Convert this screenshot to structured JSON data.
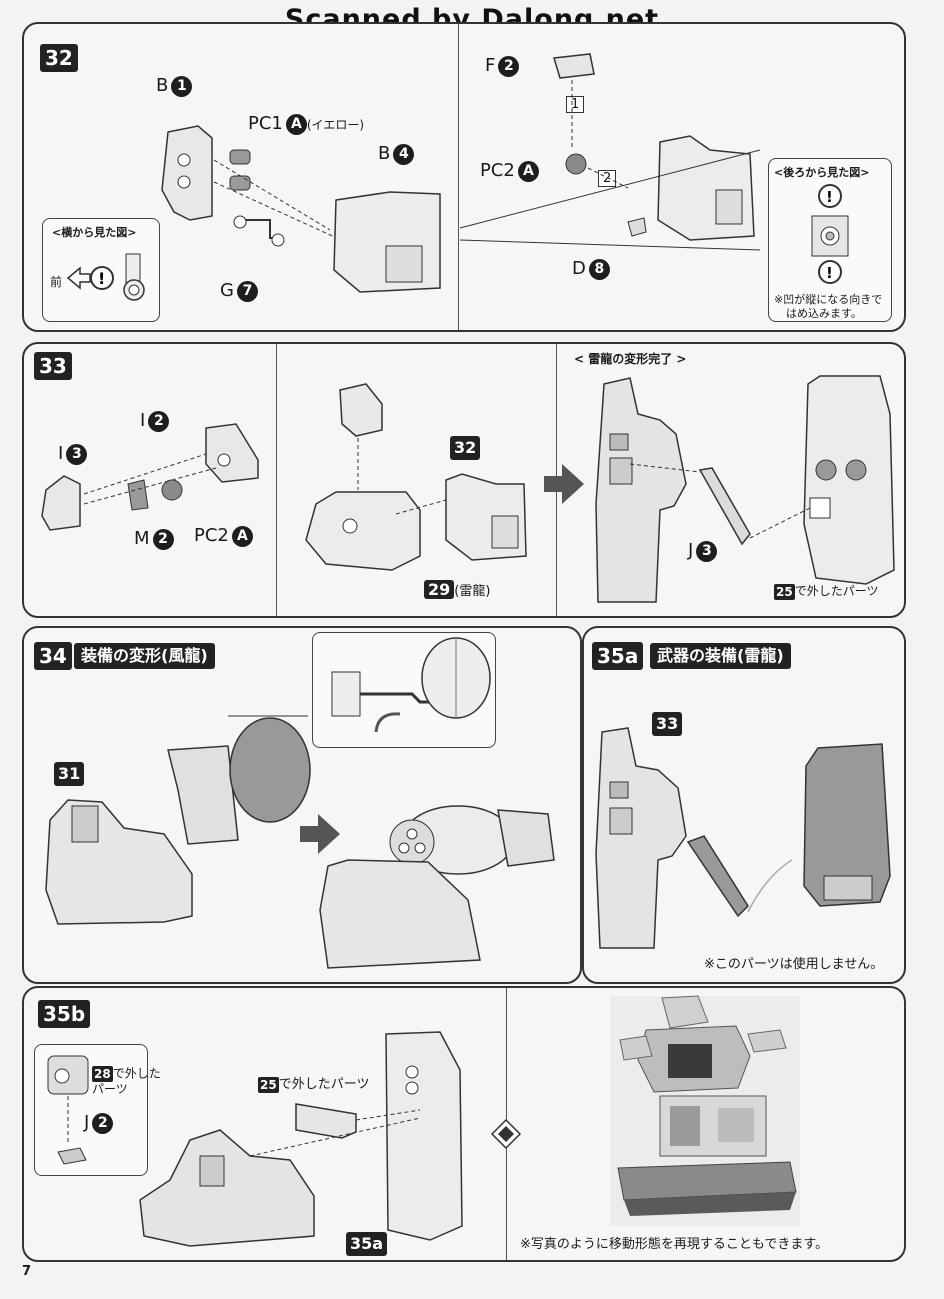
{
  "header": {
    "scanner_credit": "Scanned by Dalong.net"
  },
  "page_number": "7",
  "steps": {
    "s32": {
      "num": "32",
      "labels": {
        "b1": "B",
        "b1n": "1",
        "pc1": "PC1",
        "pc1n": "A",
        "pc1note": "(イエロー)",
        "b4": "B",
        "b4n": "4",
        "g7": "G",
        "g7n": "7",
        "side_view_title": "<横から見た図",
        "side_view_close": ">",
        "front": "前",
        "f2": "F",
        "f2n": "2",
        "seq1": "1",
        "seq2": "2",
        "pc2": "PC2",
        "pc2n": "A",
        "d8": "D",
        "d8n": "8",
        "back_view_title": "<後ろから見た図>",
        "note_line1": "※凹が縦になる向きで",
        "note_line2": "はめ込みます。"
      }
    },
    "s33": {
      "num": "33",
      "labels": {
        "i2": "I",
        "i2n": "2",
        "i3": "I",
        "i3n": "3",
        "m2": "M",
        "m2n": "2",
        "pc2": "PC2",
        "pc2n": "A",
        "ref32": "32",
        "ref29": "29",
        "ref29note": "(雷龍)",
        "complete_title": "< 雷龍の変形完了 >",
        "j3": "J",
        "j3n": "3",
        "ref25": "25",
        "ref25note": "で外したパーツ"
      }
    },
    "s34": {
      "num": "34",
      "title": "装備の変形(風龍)",
      "ref31": "31"
    },
    "s35a": {
      "num": "35a",
      "title": "武器の装備(雷龍)",
      "ref33": "33",
      "note": "※このパーツは使用しません。"
    },
    "s35b": {
      "num": "35b",
      "ref28": "28",
      "ref28note1": "で外した",
      "ref28note2": "パーツ",
      "j2": "J",
      "j2n": "2",
      "ref25": "25",
      "ref25note": "で外したパーツ",
      "ref35a": "35a",
      "photo_note": "※写真のように移動形態を再現することもできます。"
    }
  }
}
